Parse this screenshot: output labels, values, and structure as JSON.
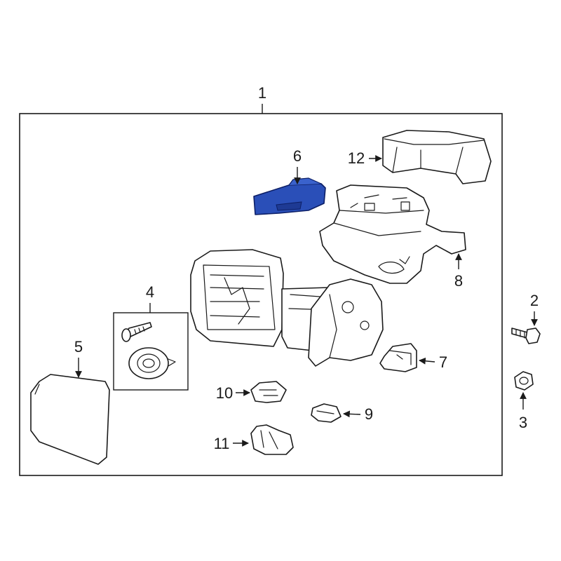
{
  "callouts": {
    "c1": "1",
    "c2": "2",
    "c3": "3",
    "c4": "4",
    "c5": "5",
    "c6": "6",
    "c7": "7",
    "c8": "8",
    "c9": "9",
    "c10": "10",
    "c11": "11",
    "c12": "12"
  },
  "colors": {
    "highlight_fill": "#2a4fb8",
    "highlight_stroke": "#0d1f66",
    "line": "#1a1a1a",
    "background": "#ffffff"
  }
}
